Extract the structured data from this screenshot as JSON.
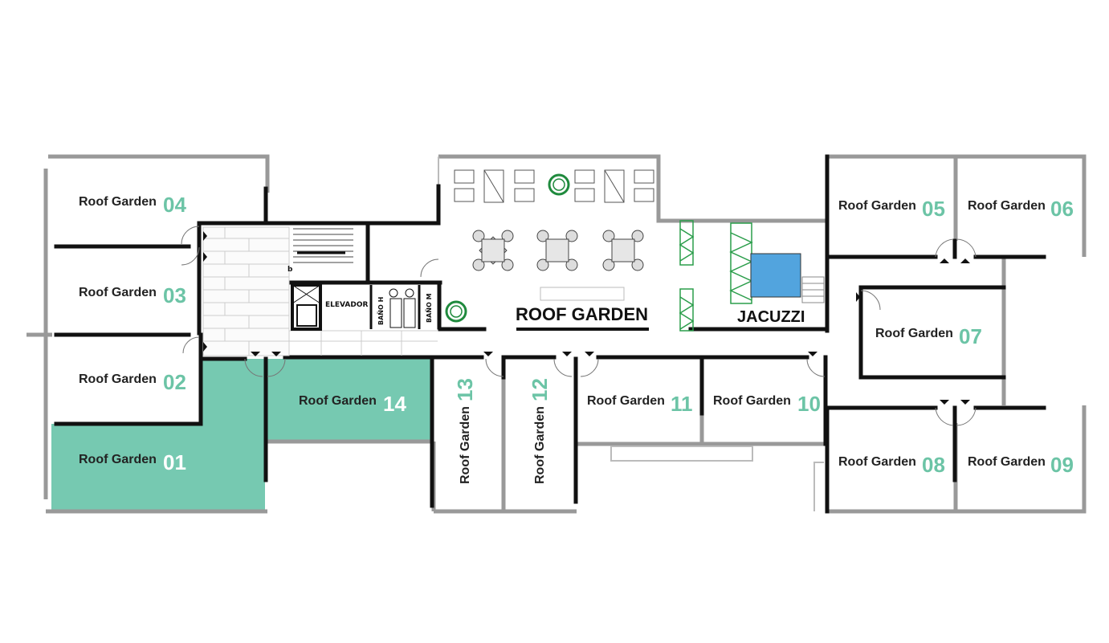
{
  "colors": {
    "highlight": "#76c9b1",
    "number_default": "#6cc4a6",
    "number_on_highlight": "#ffffff",
    "wall": "#111111",
    "water": "#52a4de",
    "plant": "#2a9d4a"
  },
  "units": [
    {
      "label": "Roof Garden",
      "number": "04",
      "highlighted": false
    },
    {
      "label": "Roof Garden",
      "number": "03",
      "highlighted": false
    },
    {
      "label": "Roof Garden",
      "number": "02",
      "highlighted": false
    },
    {
      "label": "Roof Garden",
      "number": "01",
      "highlighted": true
    },
    {
      "label": "Roof Garden",
      "number": "14",
      "highlighted": true
    },
    {
      "label": "Roof Garden",
      "number": "13",
      "highlighted": false
    },
    {
      "label": "Roof Garden",
      "number": "12",
      "highlighted": false
    },
    {
      "label": "Roof Garden",
      "number": "11",
      "highlighted": false
    },
    {
      "label": "Roof Garden",
      "number": "10",
      "highlighted": false
    },
    {
      "label": "Roof Garden",
      "number": "05",
      "highlighted": false
    },
    {
      "label": "Roof Garden",
      "number": "06",
      "highlighted": false
    },
    {
      "label": "Roof Garden",
      "number": "07",
      "highlighted": false
    },
    {
      "label": "Roof Garden",
      "number": "08",
      "highlighted": false
    },
    {
      "label": "Roof Garden",
      "number": "09",
      "highlighted": false
    }
  ],
  "amenities": {
    "roof_garden": "ROOF GARDEN",
    "jacuzzi": "JACUZZI"
  },
  "core": {
    "elevator": "ELEVADOR",
    "bath_h": "BAÑO H",
    "bath_m": "BAÑO M",
    "stair_mark": "b"
  }
}
